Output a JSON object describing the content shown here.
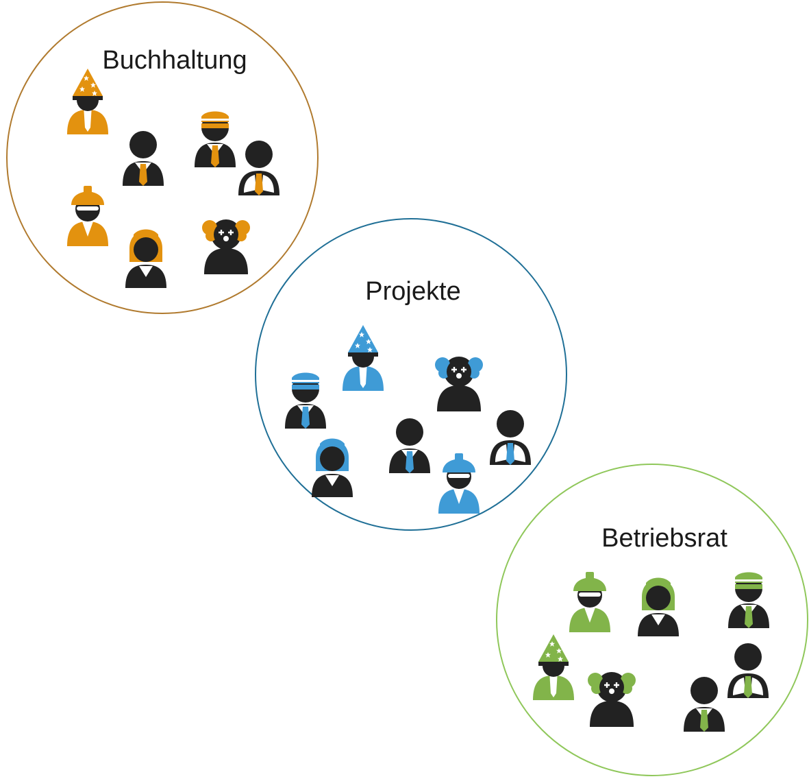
{
  "colors": {
    "ink": "#222222",
    "hat_stripe": "#ffffff"
  },
  "groups": [
    {
      "id": "buchhaltung",
      "title": "Buchhaltung",
      "ring_color": "#b07a2e",
      "accent": "#e3920f",
      "people": [
        {
          "role": "wizard",
          "icon": "wizard-person-icon"
        },
        {
          "role": "suit",
          "icon": "business-person-icon"
        },
        {
          "role": "headband",
          "icon": "headband-person-icon"
        },
        {
          "role": "tie-open",
          "icon": "open-collar-person-icon"
        },
        {
          "role": "helmet",
          "icon": "helmet-worker-icon"
        },
        {
          "role": "woman",
          "icon": "woman-person-icon"
        },
        {
          "role": "clown",
          "icon": "clown-person-icon"
        }
      ]
    },
    {
      "id": "projekte",
      "title": "Projekte",
      "ring_color": "#1f6f96",
      "accent": "#3f9bd6",
      "people": [
        {
          "role": "headband",
          "icon": "headband-person-icon"
        },
        {
          "role": "wizard",
          "icon": "wizard-person-icon"
        },
        {
          "role": "clown",
          "icon": "clown-person-icon"
        },
        {
          "role": "woman",
          "icon": "woman-person-icon"
        },
        {
          "role": "suit",
          "icon": "business-person-icon"
        },
        {
          "role": "tie-open",
          "icon": "open-collar-person-icon"
        },
        {
          "role": "helmet",
          "icon": "helmet-worker-icon"
        }
      ]
    },
    {
      "id": "betriebsrat",
      "title": "Betriebsrat",
      "ring_color": "#8fc75a",
      "accent": "#82b44a",
      "people": [
        {
          "role": "helmet",
          "icon": "helmet-worker-icon"
        },
        {
          "role": "woman",
          "icon": "woman-person-icon"
        },
        {
          "role": "headband",
          "icon": "headband-person-icon"
        },
        {
          "role": "wizard",
          "icon": "wizard-person-icon"
        },
        {
          "role": "tie-open",
          "icon": "open-collar-person-icon"
        },
        {
          "role": "clown",
          "icon": "clown-person-icon"
        },
        {
          "role": "suit",
          "icon": "business-person-icon"
        }
      ]
    }
  ]
}
